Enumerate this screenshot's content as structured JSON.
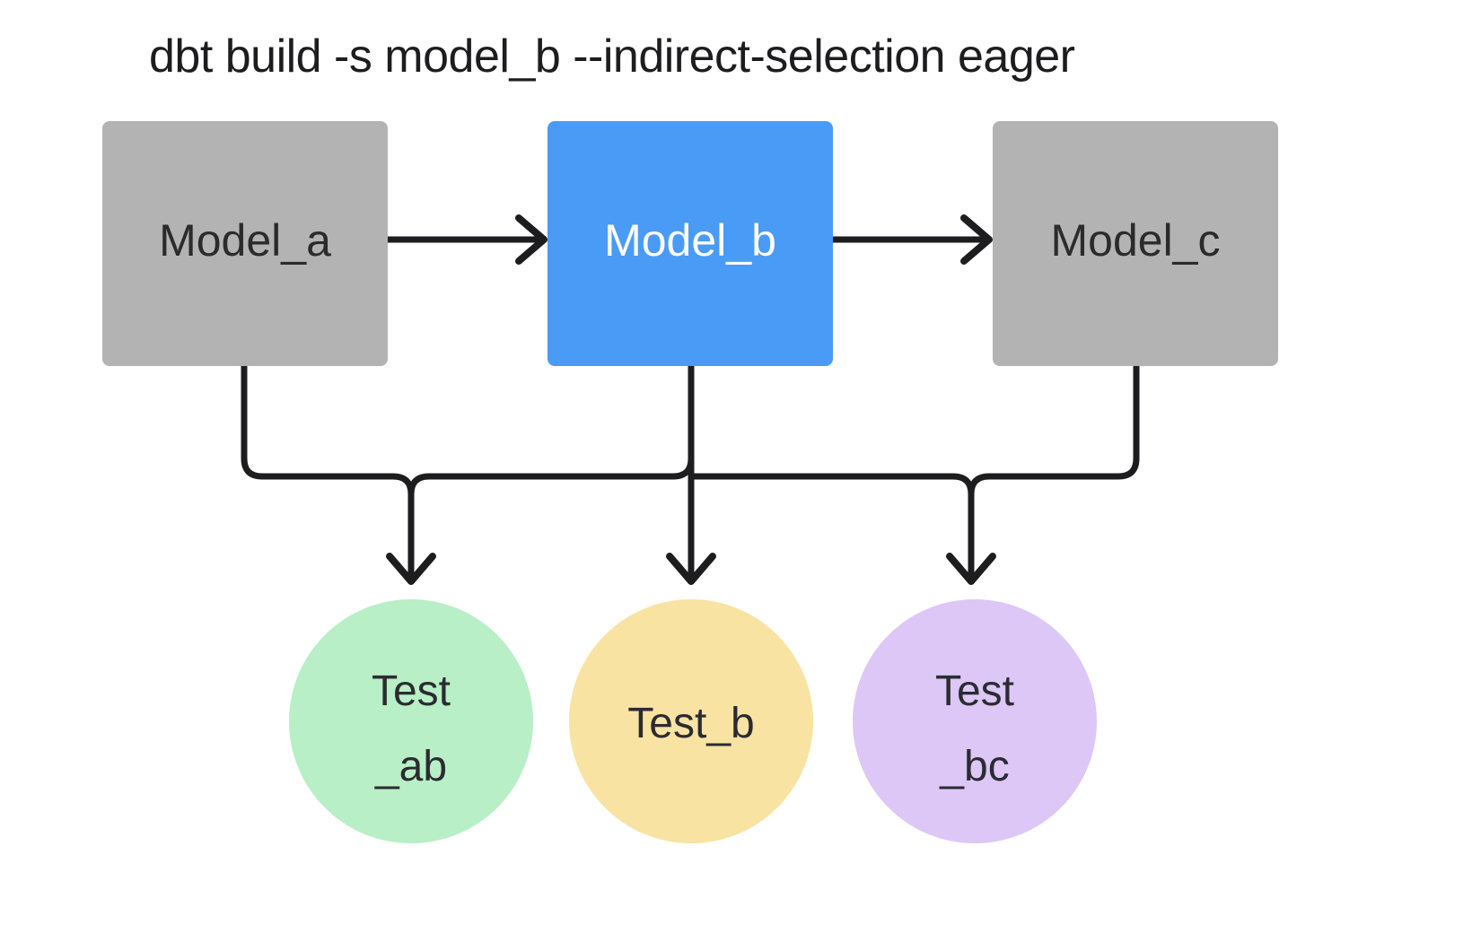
{
  "diagram": {
    "title": "dbt build -s model_b --indirect-selection eager",
    "background_color": "#ffffff",
    "edge_color": "#1d1d1f",
    "nodes": {
      "model_a": {
        "label": "Model_a",
        "shape": "rounded-rect",
        "fill": "#b3b3b3",
        "text_color": "#2b2b2b",
        "selected": false
      },
      "model_b": {
        "label": "Model_b",
        "shape": "rounded-rect",
        "fill": "#4a9bf5",
        "text_color": "#ffffff",
        "selected": true
      },
      "model_c": {
        "label": "Model_c",
        "shape": "rounded-rect",
        "fill": "#b3b3b3",
        "text_color": "#2b2b2b",
        "selected": false
      },
      "test_ab": {
        "label_line1": "Test",
        "label_line2": "_ab",
        "shape": "circle",
        "fill": "#b8efc6",
        "text_color": "#2b2b31"
      },
      "test_b": {
        "label_line1": "Test_b",
        "label_line2": "",
        "shape": "circle",
        "fill": "#f8e3a3",
        "text_color": "#2b2b31"
      },
      "test_bc": {
        "label_line1": "Test",
        "label_line2": "_bc",
        "shape": "circle",
        "fill": "#dcc7f7",
        "text_color": "#2b2b31"
      }
    },
    "edges": [
      {
        "from": "model_a",
        "to": "model_b",
        "style": "straight-arrow"
      },
      {
        "from": "model_b",
        "to": "model_c",
        "style": "straight-arrow"
      },
      {
        "from": "model_a",
        "to": "test_ab",
        "style": "elbow-arrow"
      },
      {
        "from": "model_b",
        "to": "test_ab",
        "style": "elbow-arrow"
      },
      {
        "from": "model_b",
        "to": "test_b",
        "style": "straight-arrow"
      },
      {
        "from": "model_b",
        "to": "test_bc",
        "style": "elbow-arrow"
      },
      {
        "from": "model_c",
        "to": "test_bc",
        "style": "elbow-arrow"
      }
    ]
  }
}
